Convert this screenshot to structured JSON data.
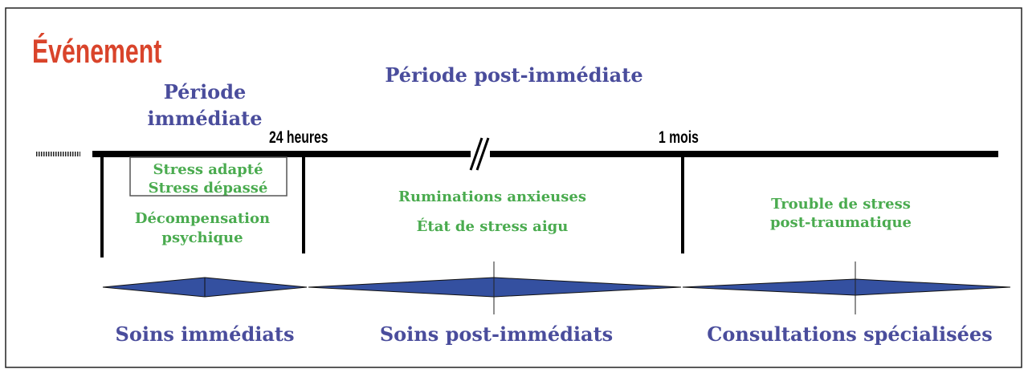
{
  "title": "Événement",
  "periods": {
    "immediate_line1": "Période",
    "immediate_line2": "immédiate",
    "post_immediate": "Période post-immédiate"
  },
  "markers": {
    "h24": "24 heures",
    "month": "1 mois"
  },
  "reactions": {
    "box_line1": "Stress adapté",
    "box_line2": "Stress dépassé",
    "decomp_line1": "Décompensation",
    "decomp_line2": "psychique",
    "ruminations": "Ruminations anxieuses",
    "acute": "État de stress aigu",
    "ptsd_line1": "Trouble de stress",
    "ptsd_line2": "post-traumatique"
  },
  "care": {
    "immediate": "Soins immédiats",
    "post_immediate": "Soins post-immédiats",
    "specialized": "Consultations spécialisées"
  },
  "colors": {
    "title": "#d9442b",
    "heading": "#4a4d9c",
    "reaction": "#4aab4f",
    "diamond": "#3450a0"
  }
}
